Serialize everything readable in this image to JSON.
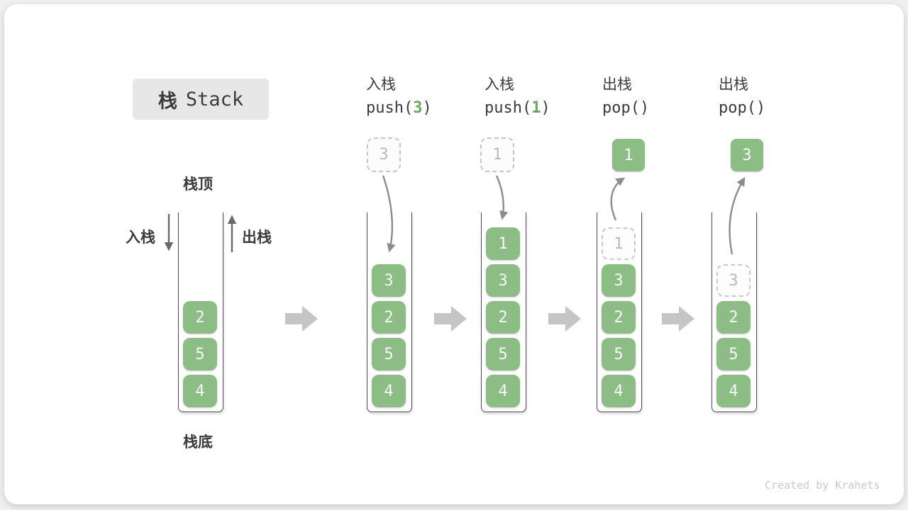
{
  "title": {
    "cjk": "栈",
    "latin": "Stack"
  },
  "stack_labels": {
    "top": "栈顶",
    "bottom": "栈底",
    "push_side": "入栈",
    "pop_side": "出栈"
  },
  "colors": {
    "cell_green": "#8bbd85",
    "arg_green": "#69a75b",
    "curved_arrow": "#8c8c8c",
    "straight_arrow": "#6a6a6a",
    "block_arrow": "#c5c5c5",
    "title_bg": "#e7e7e7",
    "ghost_gray": "#b9b9b9"
  },
  "stages": [
    {
      "name": "initial",
      "cells": [
        {
          "value": "2"
        },
        {
          "value": "5"
        },
        {
          "value": "4"
        }
      ]
    },
    {
      "name": "push-3",
      "op": {
        "label": "入栈",
        "code_prefix": "push(",
        "code_arg": "3",
        "code_suffix": ")"
      },
      "floating": {
        "value": "3"
      },
      "cells": [
        {
          "value": "3"
        },
        {
          "value": "2"
        },
        {
          "value": "5"
        },
        {
          "value": "4"
        }
      ]
    },
    {
      "name": "push-1",
      "op": {
        "label": "入栈",
        "code_prefix": "push(",
        "code_arg": "1",
        "code_suffix": ")"
      },
      "floating": {
        "value": "1"
      },
      "cells": [
        {
          "value": "1"
        },
        {
          "value": "3"
        },
        {
          "value": "2"
        },
        {
          "value": "5"
        },
        {
          "value": "4"
        }
      ]
    },
    {
      "name": "pop-1",
      "op": {
        "label": "出栈",
        "code_prefix": "pop(",
        "code_arg": "",
        "code_suffix": ")"
      },
      "floating": {
        "value": "1"
      },
      "ghost": {
        "value": "1"
      },
      "cells": [
        {
          "value": "3"
        },
        {
          "value": "2"
        },
        {
          "value": "5"
        },
        {
          "value": "4"
        }
      ]
    },
    {
      "name": "pop-3",
      "op": {
        "label": "出栈",
        "code_prefix": "pop(",
        "code_arg": "",
        "code_suffix": ")"
      },
      "floating": {
        "value": "3"
      },
      "ghost": {
        "value": "3"
      },
      "cells": [
        {
          "value": "2"
        },
        {
          "value": "5"
        },
        {
          "value": "4"
        }
      ]
    }
  ],
  "watermark": "Created by Krahets"
}
